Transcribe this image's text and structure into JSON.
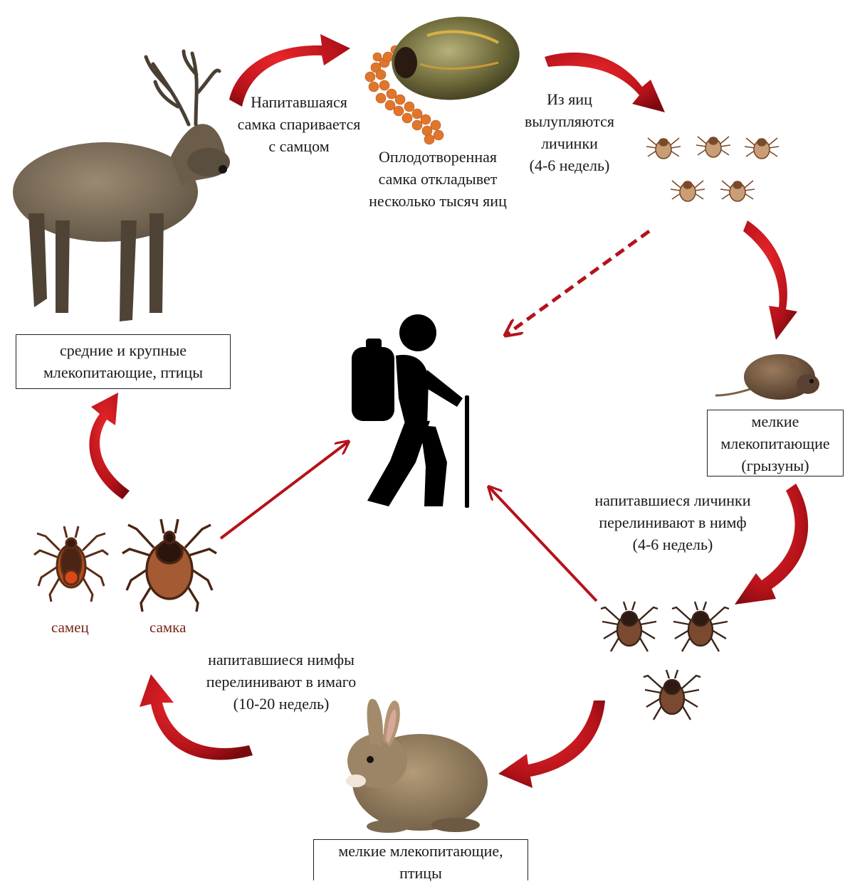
{
  "labels": {
    "mating": "Напитавшаяся\nсамка спаривается\nс самцом",
    "eggs": "Оплодотворенная\nсамка откладывет\nнесколько тысяч яиц",
    "hatch": "Из яиц\nвылупляются\nличинки\n(4-6 недель)",
    "large_hosts": "средние и крупные\nмлекопитающие, птицы",
    "rodents": "мелкие\nмлекопитающие\n(грызуны)",
    "larvae_molt": "напитавшиеся личинки\nперелинивают в нимф\n(4-6 недель)",
    "nymph_molt": "напитавшиеся нимфы\nперелинивают в имаго\n(10-20 недель)",
    "small_hosts": "мелкие млекопитающие,\nптицы",
    "male": "самец",
    "female": "самка"
  },
  "colors": {
    "arrow": "#c4161c",
    "arrow_dark": "#8e0e12",
    "tick_brown": "#8a4a22",
    "tick_dark": "#3a1e12",
    "egg": "#e2782a",
    "hiker": "#000000"
  }
}
